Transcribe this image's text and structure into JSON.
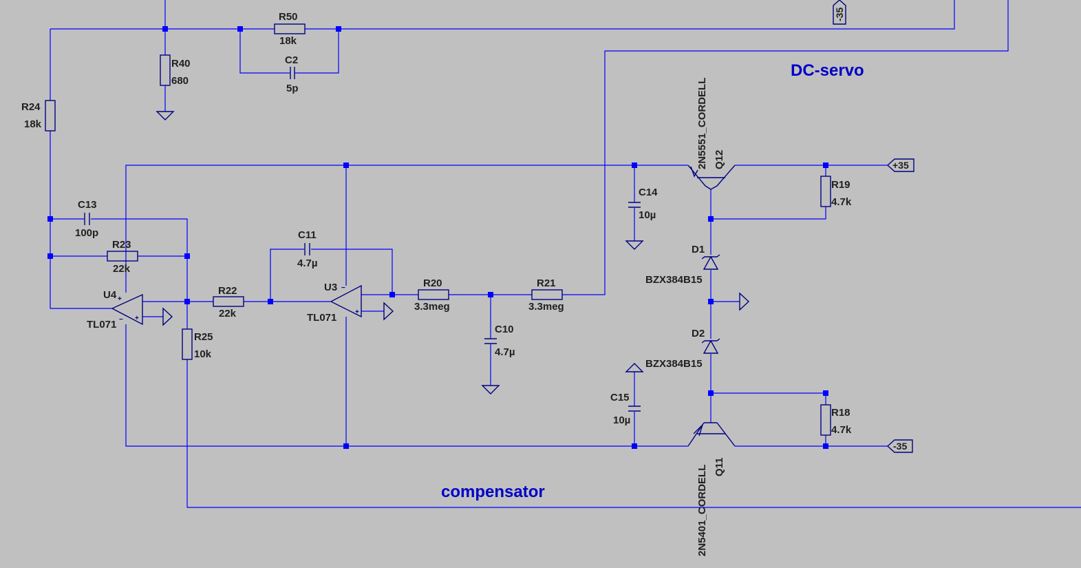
{
  "annotations": {
    "dc_servo": "DC-servo",
    "compensator": "compensator"
  },
  "net_labels": {
    "pos_supply": "+35",
    "neg_supply": "-35",
    "neg_supply_top": "-35"
  },
  "components": {
    "r50": {
      "ref": "R50",
      "value": "18k"
    },
    "c2": {
      "ref": "C2",
      "value": "5p"
    },
    "r40": {
      "ref": "R40",
      "value": "680"
    },
    "r24": {
      "ref": "R24",
      "value": "18k"
    },
    "c13": {
      "ref": "C13",
      "value": "100p"
    },
    "r23": {
      "ref": "R23",
      "value": "22k"
    },
    "u4": {
      "ref": "U4",
      "value": "TL071"
    },
    "r25": {
      "ref": "R25",
      "value": "10k"
    },
    "r22": {
      "ref": "R22",
      "value": "22k"
    },
    "c11": {
      "ref": "C11",
      "value": "4.7µ"
    },
    "u3": {
      "ref": "U3",
      "value": "TL071"
    },
    "r20": {
      "ref": "R20",
      "value": "3.3meg"
    },
    "r21": {
      "ref": "R21",
      "value": "3.3meg"
    },
    "c10": {
      "ref": "C10",
      "value": "4.7µ"
    },
    "c14": {
      "ref": "C14",
      "value": "10µ"
    },
    "c15": {
      "ref": "C15",
      "value": "10µ"
    },
    "q12": {
      "ref": "Q12",
      "value": "2N5551_CORDELL"
    },
    "q11": {
      "ref": "Q11",
      "value": "2N5401_CORDELL"
    },
    "r19": {
      "ref": "R19",
      "value": "4.7k"
    },
    "r18": {
      "ref": "R18",
      "value": "4.7k"
    },
    "d1": {
      "ref": "D1",
      "value": "BZX384B15"
    },
    "d2": {
      "ref": "D2",
      "value": "BZX384B15"
    }
  },
  "opamp_pins": {
    "plus": "+",
    "minus": "−"
  },
  "colors": {
    "background": "#c0c0c0",
    "wire": "#0000ff",
    "component": "#000080",
    "annotation": "#0000c8"
  }
}
